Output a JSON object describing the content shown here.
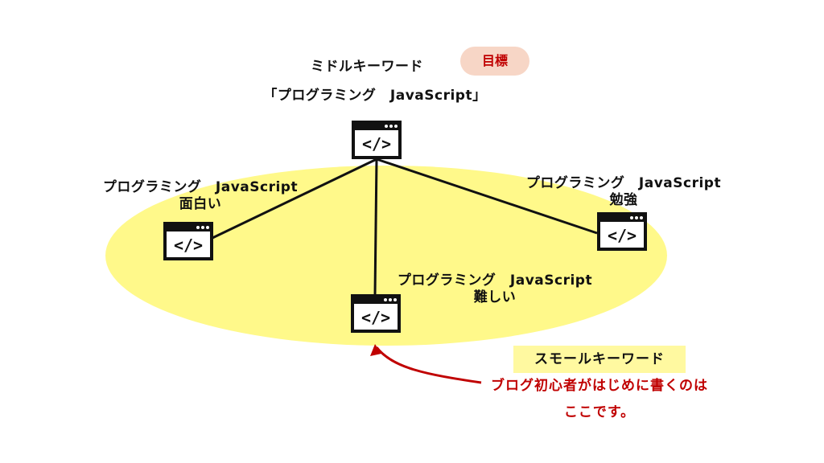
{
  "middle_keyword": {
    "heading": "ミドルキーワード",
    "keyword": "「プログラミング　JavaScript」",
    "goal_badge": "目標"
  },
  "small_keywords": [
    {
      "line1": "プログラミング　JavaScript",
      "line2": "面白い"
    },
    {
      "line1": "プログラミング　JavaScript",
      "line2": "勉強"
    },
    {
      "line1": "プログラミング　JavaScript",
      "line2": "難しい"
    }
  ],
  "small_keyword_label": "スモールキーワード",
  "note": {
    "line1": "ブログ初心者がはじめに書くのは",
    "line2": "ここです。"
  },
  "icon": "code-window-icon",
  "colors": {
    "ellipse": "#fff98a",
    "badge_bg": "#f7d6c6",
    "accent_red": "#c00000",
    "label_bg": "#fff9a0"
  }
}
